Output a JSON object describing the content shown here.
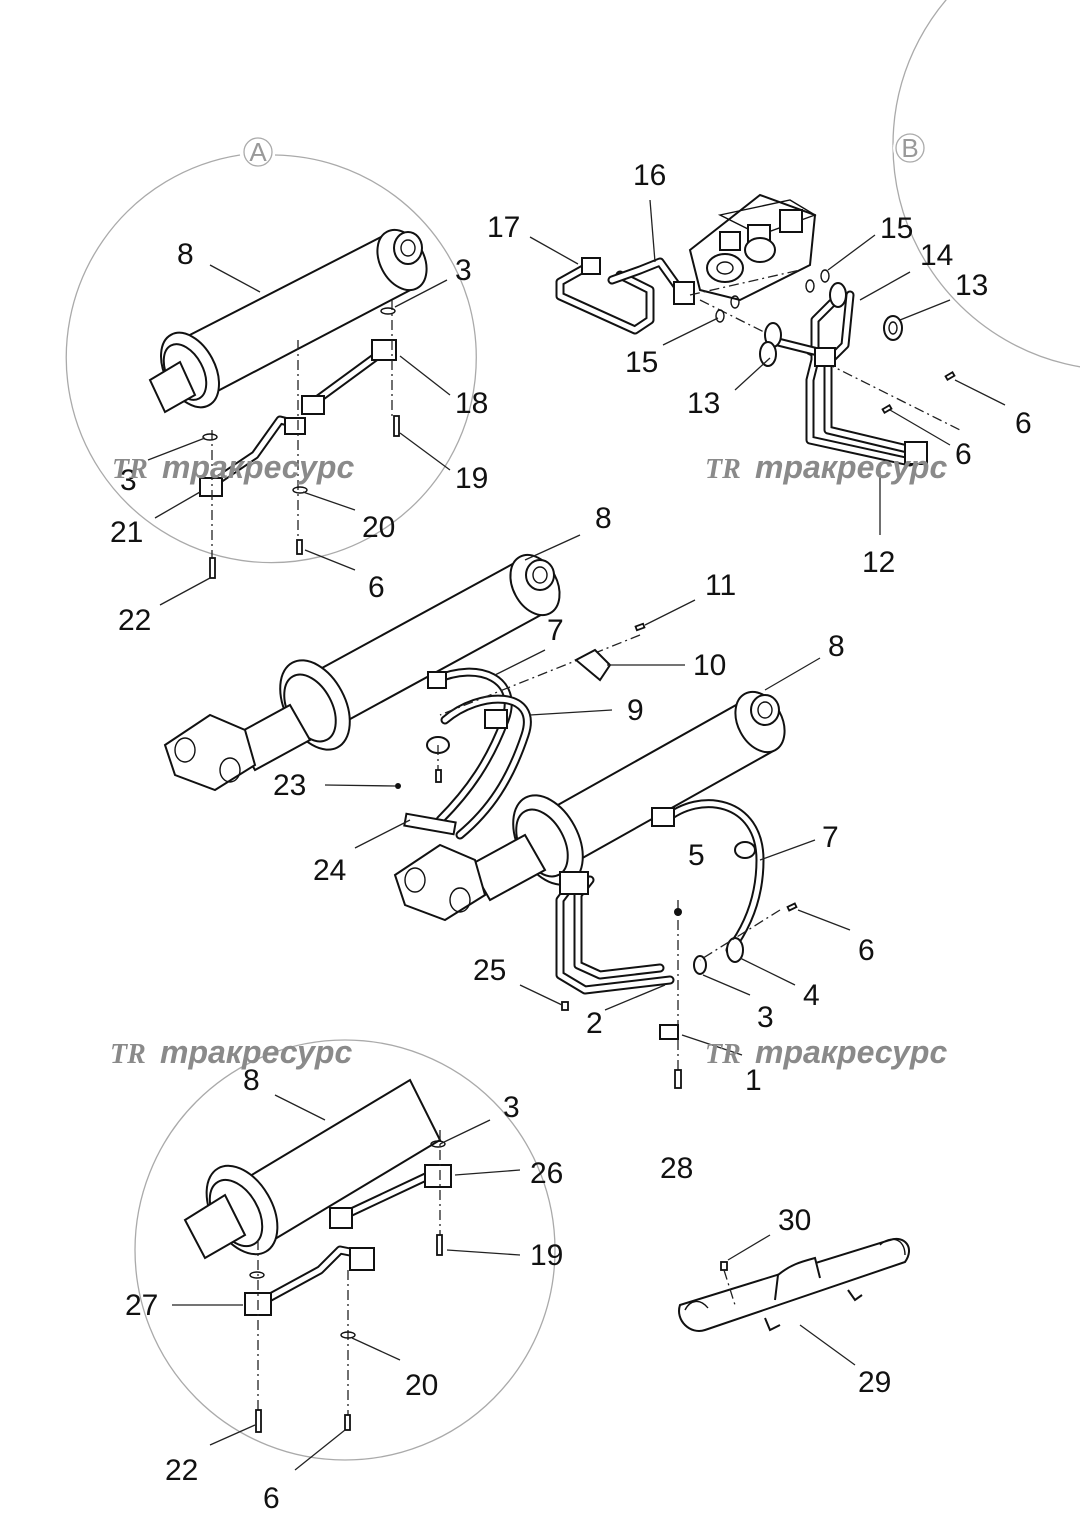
{
  "detail_labels": {
    "a": "A",
    "b": "B"
  },
  "watermark": {
    "logo": "TR",
    "text": "тракресурс"
  },
  "callouts": {
    "A_8": "8",
    "A_3a": "3",
    "A_18": "18",
    "A_19": "19",
    "A_3b": "3",
    "A_21": "21",
    "A_20": "20",
    "A_6": "6",
    "A_22": "22",
    "B_17": "17",
    "B_16": "16",
    "B_15a": "15",
    "B_14": "14",
    "B_13a": "13",
    "B_15b": "15",
    "B_13b": "13",
    "B_6a": "6",
    "B_6b": "6",
    "B_12": "12",
    "M_8a": "8",
    "M_11": "11",
    "M_7a": "7",
    "M_10": "10",
    "M_8b": "8",
    "M_9": "9",
    "M_23": "23",
    "M_24": "24",
    "M_7b": "7",
    "M_5": "5",
    "M_6": "6",
    "M_25": "25",
    "M_4": "4",
    "M_3": "3",
    "M_2": "2",
    "M_1": "1",
    "M_28": "28",
    "C_8": "8",
    "C_3": "3",
    "C_26": "26",
    "C_19": "19",
    "C_27": "27",
    "C_20": "20",
    "C_22": "22",
    "C_6": "6",
    "G_30": "30",
    "G_29": "29"
  },
  "colors": {
    "line": "#111111",
    "detail_circle": "#aaaaaa",
    "watermark": "#8a8a8a"
  }
}
